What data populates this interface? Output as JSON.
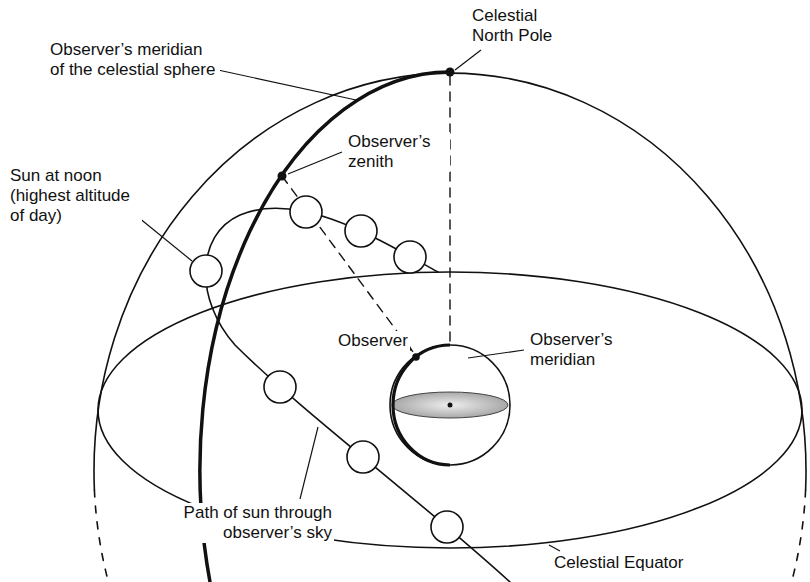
{
  "diagram": {
    "labels": [
      "Celestial North Pole",
      "Observer’s meridian of the celestial sphere",
      "Observer’s zenith",
      "Sun at noon (highest altitude of day)",
      "Observer",
      "Observer’s meridian",
      "Path of sun through observer’s sky",
      "Celestial Equator"
    ]
  }
}
